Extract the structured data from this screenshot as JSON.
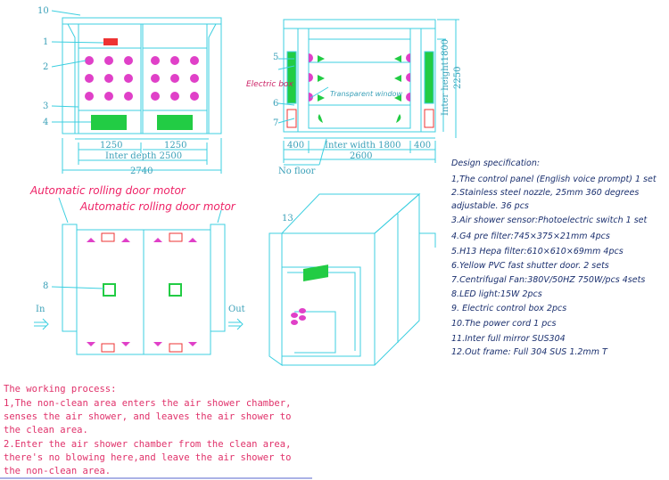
{
  "callouts": {
    "c1": "1",
    "c2": "2",
    "c3": "3",
    "c4": "4",
    "c5": "5",
    "c6": "6",
    "c7": "7",
    "c8": "8",
    "c10": "10",
    "c13": "13"
  },
  "front_view": {
    "dims": [
      "1250",
      "1250",
      "Inter depth 2500",
      "2740"
    ]
  },
  "side_view": {
    "electric_box": "Electric box",
    "transparent_window": "Transparent window",
    "inter_height": "Inter height1800",
    "total_height": "2250",
    "dims": [
      "400",
      "Inter width 1800",
      "400",
      "2600"
    ],
    "no_floor": "No floor"
  },
  "plan_view": {
    "motor_label_1": "Automatic rolling door motor",
    "motor_label_2": "Automatic rolling door motor",
    "in_label": "In",
    "out_label": "Out"
  },
  "spec": {
    "title": "Design specification:",
    "lines": [
      "1,The control panel (English voice prompt)   1 set",
      "2.Stainless steel nozzle, 25mm 360 degrees",
      "adjustable.  36 pcs",
      "3.Air shower sensor:Photoelectric switch  1 set",
      "4.G4 pre filter:745×375×21mm  4pcs",
      "5.H13 Hepa filter:610×610×69mm   4pcs",
      "6.Yellow PVC fast shutter door.  2 sets",
      "7.Centrifugal Fan:380V/50HZ  750W/pcs  4sets",
      "8.LED light:15W  2pcs",
      "9. Electric control box  2pcs",
      "10.The power cord  1 pcs",
      "11.Inter full mirror SUS304",
      "12.Out frame: Full 304 SUS  1.2mm T"
    ]
  },
  "working_process": {
    "lines": [
      "The working process:",
      "1,The non-clean area enters the air shower chamber,",
      "senses the air shower, and leaves the air shower  to",
      "the clean area.",
      "2.Enter the air shower chamber from the clean area,",
      "there's no blowing here,and leave the air shower  to",
      "the non-clean area."
    ]
  },
  "colors": {
    "line": "#3ccfe0",
    "nozzle": "#e040c8",
    "filter": "#22cc44",
    "panel": "#ee3333",
    "label_red": "#ee2266",
    "spec_text": "#1a2f6e"
  }
}
